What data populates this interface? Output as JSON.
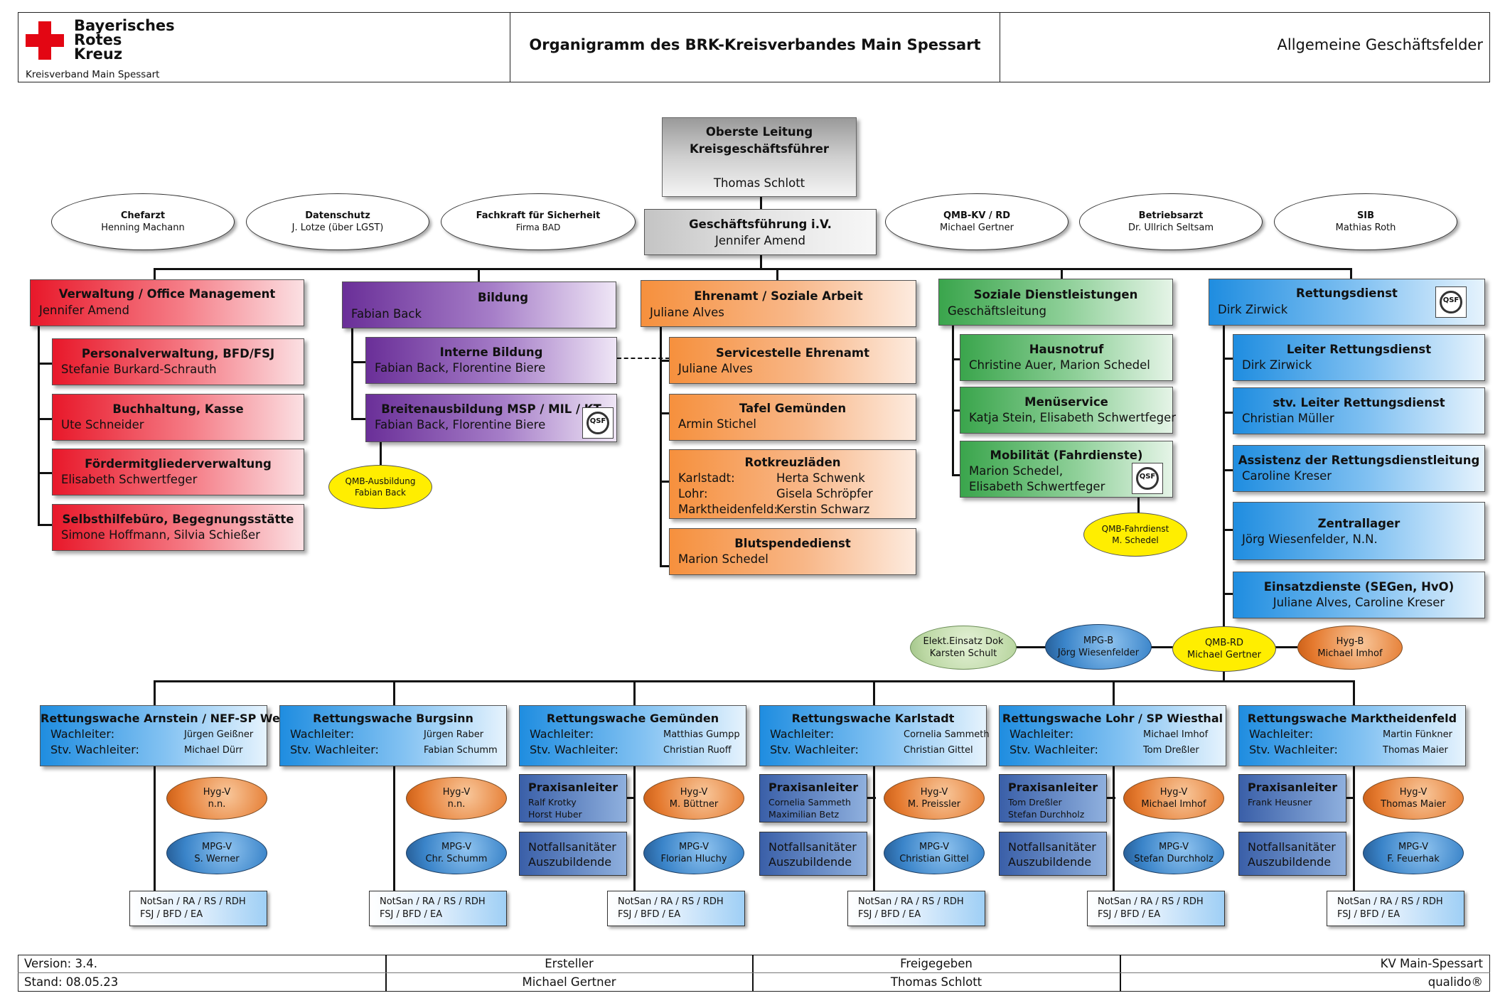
{
  "header": {
    "org_line1": "Bayerisches",
    "org_line2": "Rotes",
    "org_line3": "Kreuz",
    "org_sub": "Kreisverband Main Spessart",
    "title": "Organigramm des BRK-Kreisverbandes Main Spessart",
    "right": "Allgemeine Geschäftsfelder"
  },
  "top": {
    "title1": "Oberste Leitung",
    "title2": "Kreisgeschäftsführer",
    "name": "Thomas Schlott",
    "gf_title": "Geschäftsführung i.V.",
    "gf_name": "Jennifer Amend"
  },
  "staff": [
    {
      "title": "Chefarzt",
      "name": "Henning Machann"
    },
    {
      "title": "Datenschutz",
      "name": "J. Lotze (über LGST)"
    },
    {
      "title": "Fachkraft für Sicherheit",
      "name": "Firma BAD"
    },
    {
      "title": "QMB-KV / RD",
      "name": "Michael Gertner"
    },
    {
      "title": "Betriebsarzt",
      "name": "Dr. Ullrich Seltsam"
    },
    {
      "title": "SIB",
      "name": "Mathias Roth"
    }
  ],
  "verwaltung": {
    "title": "Verwaltung / Office Management",
    "name": "Jennifer Amend",
    "items": [
      {
        "title": "Personalverwaltung, BFD/FSJ",
        "name": "Stefanie Burkard-Schrauth"
      },
      {
        "title": "Buchhaltung, Kasse",
        "name": "Ute Schneider"
      },
      {
        "title": "Fördermitgliederverwaltung",
        "name": "Elisabeth Schwertfeger"
      },
      {
        "title": "Selbsthilfebüro, Begegnungsstätte",
        "name": "Simone Hoffmann, Silvia Schießer"
      }
    ]
  },
  "bildung": {
    "title": "Bildung",
    "name": "Fabian Back",
    "items": [
      {
        "title": "Interne Bildung",
        "name": "Fabian Back, Florentine Biere"
      },
      {
        "title": "Breitenausbildung MSP / MIL / KT",
        "name": "Fabian Back, Florentine Biere"
      }
    ],
    "qmb_title": "QMB-Ausbildung",
    "qmb_name": "Fabian Back"
  },
  "ehrenamt": {
    "title": "Ehrenamt / Soziale Arbeit",
    "name": "Juliane Alves",
    "items": [
      {
        "title": "Servicestelle Ehrenamt",
        "name": "Juliane Alves"
      },
      {
        "title": "Tafel Gemünden",
        "name": "Armin Stichel"
      },
      {
        "title": "Blutspendedienst",
        "name": "Marion Schedel"
      }
    ],
    "laeden": {
      "title": "Rotkreuzläden",
      "rows": [
        {
          "place": "Karlstadt:",
          "name": "Herta Schwenk"
        },
        {
          "place": "Lohr:",
          "name": "Gisela Schröpfer"
        },
        {
          "place": "Marktheidenfeld:",
          "name": "Kerstin Schwarz"
        }
      ]
    }
  },
  "soziale": {
    "title": "Soziale Dienstleistungen",
    "name": "Geschäftsleitung",
    "items": [
      {
        "title": "Hausnotruf",
        "name": "Christine Auer, Marion Schedel"
      },
      {
        "title": "Menüservice",
        "name": "Katja Stein, Elisabeth Schwertfeger"
      }
    ],
    "mobil": {
      "title": "Mobilität (Fahrdienste)",
      "name1": "Marion Schedel,",
      "name2": "Elisabeth Schwertfeger"
    },
    "qmb_title": "QMB-Fahrdienst",
    "qmb_name": "M. Schedel"
  },
  "rettung": {
    "title": "Rettungsdienst",
    "name": "Dirk Zirwick",
    "items": [
      {
        "title": "Leiter Rettungsdienst",
        "name": "Dirk Zirwick"
      },
      {
        "title": "stv. Leiter Rettungsdienst",
        "name": "Christian Müller"
      },
      {
        "title": "Assistenz der Rettungsdienstleitung",
        "name": "Caroline Kreser"
      },
      {
        "title": "Zentrallager",
        "name": "Jörg Wiesenfelder, N.N."
      },
      {
        "title": "Einsatzdienste (SEGen, HvO)",
        "name": "Juliane Alves, Caroline Kreser"
      }
    ],
    "roles": [
      {
        "title": "Elekt.Einsatz Dok",
        "name": "Karsten Schult"
      },
      {
        "title": "MPG-B",
        "name": "Jörg Wiesenfelder"
      },
      {
        "title": "QMB-RD",
        "name": "Michael Gertner"
      },
      {
        "title": "Hyg-B",
        "name": "Michael Imhof"
      }
    ]
  },
  "logo_text": "QSF",
  "wachen_labels": {
    "wl": "Wachleiter:",
    "stv": "Stv. Wachleiter:",
    "pa": "Praxisanleiter",
    "ns1": "Notfallsanitäter",
    "ns2": "Auszubildende",
    "sm1": "NotSan / RA / RS / RDH",
    "sm2": "FSJ / BFD / EA"
  },
  "wachen": [
    {
      "title": "Rettungswache Arnstein / NEF-SP Werneck",
      "wl": "Jürgen Geißner",
      "stv": "Michael Dürr",
      "hyg_t": "Hyg-V",
      "hyg_n": "n.n.",
      "mpg_t": "MPG-V",
      "mpg_n": "S. Werner",
      "pa": false
    },
    {
      "title": "Rettungswache Burgsinn",
      "wl": "Jürgen Raber",
      "stv": "Fabian Schumm",
      "hyg_t": "Hyg-V",
      "hyg_n": "n.n.",
      "mpg_t": "MPG-V",
      "mpg_n": "Chr. Schumm",
      "pa": false
    },
    {
      "title": "Rettungswache Gemünden",
      "wl": "Matthias Gumpp",
      "stv": "Christian Ruoff",
      "hyg_t": "Hyg-V",
      "hyg_n": "M. Büttner",
      "mpg_t": "MPG-V",
      "mpg_n": "Florian Hluchy",
      "pa": true,
      "pa1": "Ralf Krotky",
      "pa2": "Horst Huber"
    },
    {
      "title": "Rettungswache Karlstadt",
      "wl": "Cornelia Sammeth",
      "stv": "Christian Gittel",
      "hyg_t": "Hyg-V",
      "hyg_n": "M. Preissler",
      "mpg_t": "MPG-V",
      "mpg_n": "Christian Gittel",
      "pa": true,
      "pa1": "Cornelia Sammeth",
      "pa2": "Maximilian Betz"
    },
    {
      "title": "Rettungswache Lohr / SP Wiesthal",
      "wl": "Michael Imhof",
      "stv": "Tom Dreßler",
      "hyg_t": "Hyg-V",
      "hyg_n": "Michael Imhof",
      "mpg_t": "MPG-V",
      "mpg_n": "Stefan Durchholz",
      "pa": true,
      "pa1": "Tom Dreßler",
      "pa2": "Stefan Durchholz"
    },
    {
      "title": "Rettungswache Marktheidenfeld",
      "wl": "Martin Fünkner",
      "stv": "Thomas Maier",
      "hyg_t": "Hyg-V",
      "hyg_n": "Thomas Maier",
      "mpg_t": "MPG-V",
      "mpg_n": "F. Feuerhak",
      "pa": true,
      "pa1": "Frank Heusner",
      "pa2": ""
    }
  ],
  "footer": {
    "version": "Version: 3.4.",
    "stand": "Stand: 08.05.23",
    "ersteller_label": "Ersteller",
    "ersteller": "Michael Gertner",
    "freigabe_label": "Freigegeben",
    "freigabe": "Thomas Schlott",
    "org": "KV Main-Spessart",
    "qualido": "qualido®"
  },
  "colors": {
    "red_cross": "#e30613",
    "red": "#e8182a",
    "purple": "#6a2f98",
    "orange": "#f6903d",
    "green": "#3aa54c",
    "blue": "#1f8de0",
    "yellow": "#ffee00"
  }
}
